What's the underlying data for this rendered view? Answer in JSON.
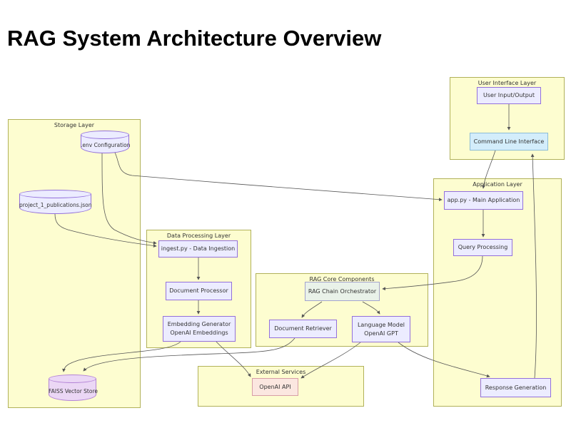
{
  "title": "RAG System Architecture Overview",
  "containers": {
    "storage": {
      "label": "Storage Layer"
    },
    "ui": {
      "label": "User Interface Layer"
    },
    "application": {
      "label": "Application Layer"
    },
    "data_processing": {
      "label": "Data Processing Layer"
    },
    "rag_core": {
      "label": "RAG Core Components"
    },
    "external": {
      "label": "External Services"
    }
  },
  "nodes": {
    "user_io": {
      "label": "User Input/Output"
    },
    "cli": {
      "label": "Command Line Interface"
    },
    "app_main": {
      "label": "app.py - Main Application"
    },
    "query_processing": {
      "label": "Query Processing"
    },
    "response_generation": {
      "label": "Response Generation"
    },
    "env_config": {
      "label": ".env Configuration"
    },
    "publications_json": {
      "label": "project_1_publications.json"
    },
    "faiss": {
      "label": "FAISS Vector Store"
    },
    "ingest": {
      "label": "ingest.py - Data Ingestion"
    },
    "doc_processor": {
      "label": "Document Processor"
    },
    "embedding_generator": {
      "line1": "Embedding Generator",
      "line2": "OpenAI Embeddings"
    },
    "orchestrator": {
      "label": "RAG Chain Orchestrator"
    },
    "retriever": {
      "label": "Document Retriever"
    },
    "language_model": {
      "line1": "Language Model",
      "line2": "OpenAI GPT"
    },
    "openai_api": {
      "label": "OpenAI API"
    }
  },
  "edges": [
    {
      "from": "User Input/Output",
      "to": "Command Line Interface"
    },
    {
      "from": "Command Line Interface",
      "to": "app.py - Main Application"
    },
    {
      "from": "Response Generation",
      "to": "Command Line Interface"
    },
    {
      "from": ".env Configuration",
      "to": "app.py - Main Application"
    },
    {
      "from": ".env Configuration",
      "to": "ingest.py - Data Ingestion"
    },
    {
      "from": "project_1_publications.json",
      "to": "ingest.py - Data Ingestion"
    },
    {
      "from": "ingest.py - Data Ingestion",
      "to": "Document Processor"
    },
    {
      "from": "Document Processor",
      "to": "Embedding Generator"
    },
    {
      "from": "Embedding Generator",
      "to": "FAISS Vector Store"
    },
    {
      "from": "Embedding Generator",
      "to": "OpenAI API"
    },
    {
      "from": "Document Retriever",
      "to": "FAISS Vector Store"
    },
    {
      "from": "RAG Chain Orchestrator",
      "to": "Document Retriever"
    },
    {
      "from": "RAG Chain Orchestrator",
      "to": "Language Model"
    },
    {
      "from": "Query Processing",
      "to": "RAG Chain Orchestrator"
    },
    {
      "from": "app.py - Main Application",
      "to": "Query Processing"
    },
    {
      "from": "Language Model",
      "to": "OpenAI API"
    },
    {
      "from": "Language Model",
      "to": "Response Generation"
    }
  ],
  "colors": {
    "container_fill": "#fdfdd0",
    "container_border": "#b1b159",
    "node_fill": "#ececff",
    "node_border": "#9370db",
    "cli_fill": "#d3edfb",
    "cli_border": "#8cbcd6",
    "orchestrator_fill": "#e9f2e9",
    "faiss_fill": "#ebd7f5",
    "faiss_border": "#b383d6",
    "openai_fill": "#fbe7e0",
    "openai_border": "#d79ea6",
    "edge_color": "#555555",
    "text_color": "#333333"
  }
}
